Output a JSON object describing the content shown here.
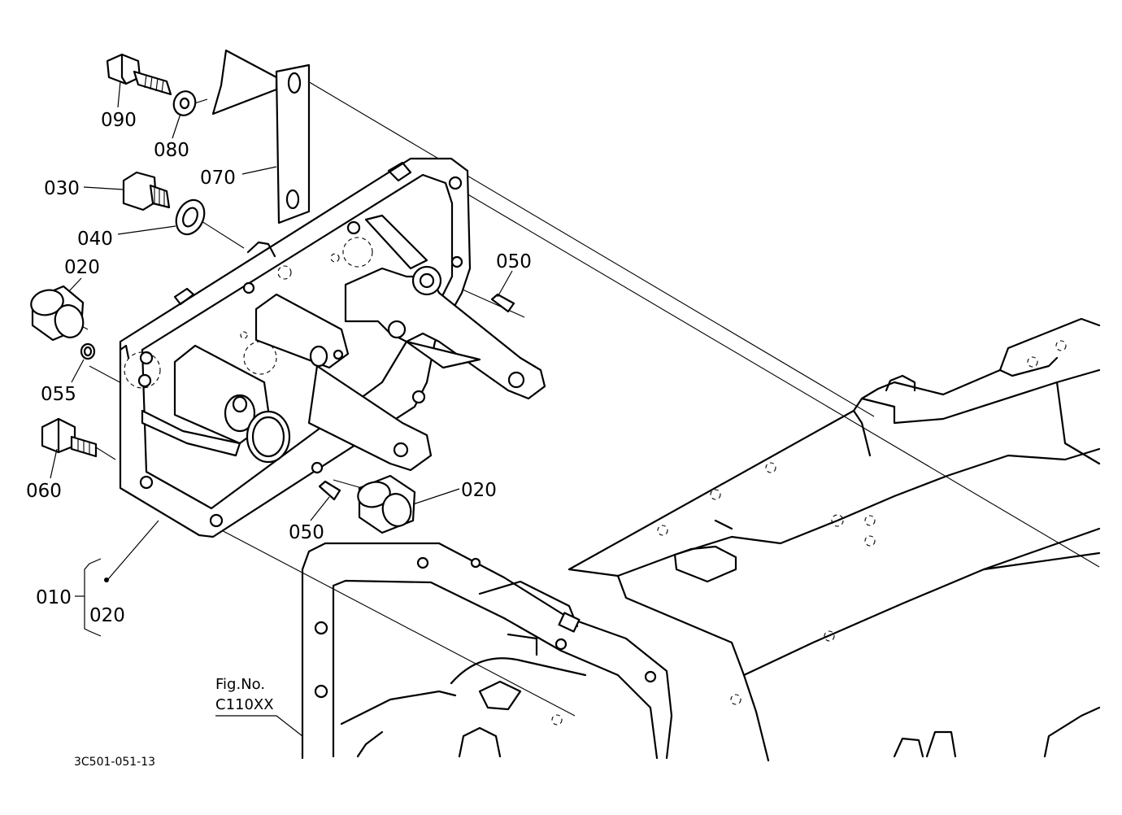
{
  "labels": {
    "p090": "090",
    "p080": "080",
    "p070": "070",
    "p030": "030",
    "p040": "040",
    "p020a": "020",
    "p050a": "050",
    "p055": "055",
    "p060": "060",
    "p020b": "020",
    "p050b": "050",
    "p010": "010",
    "p020c": "020"
  },
  "figure": {
    "fig_label": "Fig.No.",
    "fig_number": "C110XX",
    "drawing_code": "3C501-051-13"
  }
}
